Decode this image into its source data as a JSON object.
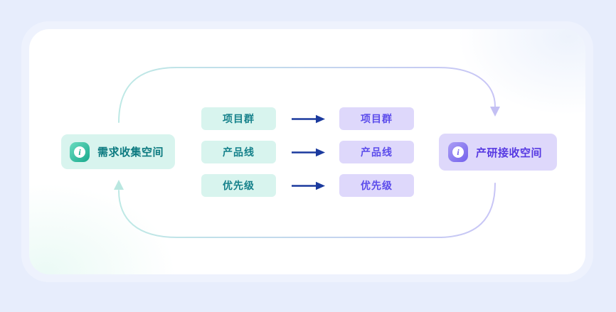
{
  "diagram": {
    "left_space": {
      "label": "需求收集空间",
      "icon": "info-icon"
    },
    "right_space": {
      "label": "产研接收空间",
      "icon": "info-icon"
    },
    "mappings": [
      {
        "source": "项目群",
        "target": "项目群"
      },
      {
        "source": "产品线",
        "target": "产品线"
      },
      {
        "source": "优先级",
        "target": "优先级"
      }
    ]
  },
  "colors": {
    "page-bg": "#E7EDFC",
    "panel-ring": "#EEF2FD",
    "panel-bg": "#FFFFFF",
    "mint-bg": "#D8F4EE",
    "lavender-bg": "#DED8FB",
    "teal-text": "#0C7A80",
    "teal-box-text": "#14808A",
    "purple-text": "#5639E2",
    "purple-box-text": "#5B4BEB",
    "green-icon-top": "#6BDCC0",
    "green-icon-bottom": "#17A98C",
    "purple-icon-top": "#AB9EF5",
    "purple-icon-bottom": "#7361EC",
    "arrow-navy": "#1B3A9E",
    "loop-teal": "#BEE9E5",
    "loop-lavender": "#C8C5F6",
    "loop-arrow-teal": "#B9E7E0",
    "loop-arrow-lavender": "#C3BFF3"
  }
}
